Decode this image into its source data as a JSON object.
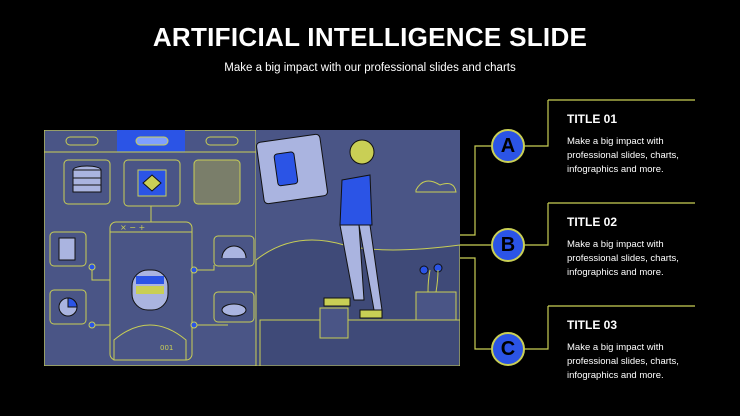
{
  "slide": {
    "title": "ARTIFICIAL INTELLIGENCE SLIDE",
    "subtitle": "Make a big impact with our professional slides and charts"
  },
  "illustration": {
    "robot_label": "001"
  },
  "items": [
    {
      "letter": "A",
      "title": "TITLE 01",
      "text": "Make a big impact with professional slides, charts, infographics and more."
    },
    {
      "letter": "B",
      "title": "TITLE 02",
      "text": "Make a big impact with professional slides, charts, infographics and more."
    },
    {
      "letter": "C",
      "title": "TITLE 03",
      "text": "Make a big impact with professional slides, charts, infographics and more."
    }
  ],
  "colors": {
    "background": "#000000",
    "accent_yellow": "#c9cf55",
    "accent_blue": "#2b54e6",
    "panel": "#4a5586"
  }
}
